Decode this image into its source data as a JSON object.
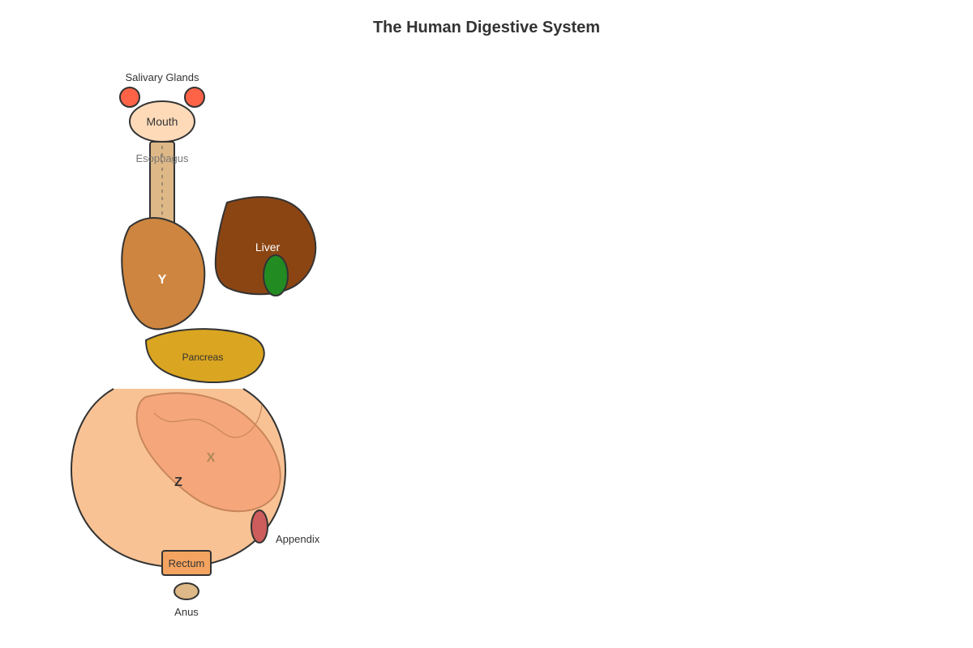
{
  "title": "The Human Digestive System",
  "labels": {
    "salivary_glands": "Salivary Glands",
    "mouth": "Mouth",
    "esophagus": "Esophagus",
    "liver": "Liver",
    "stomach": "Y",
    "pancreas": "Pancreas",
    "small_intestine": "X",
    "large_intestine": "Z",
    "appendix": "Appendix",
    "rectum": "Rectum",
    "anus": "Anus"
  },
  "colors": {
    "outline": "#333333",
    "salivary_glands": "#FF6347",
    "mouth": "#FFDAB9",
    "esophagus": "#DEB887",
    "stomach": "#CD853F",
    "liver": "#8B4513",
    "gallbladder": "#228B22",
    "pancreas": "#DAA520",
    "large_intestine": "#F8C294",
    "small_intestine": "#F5A67A",
    "small_intestine_edge": "#C8865A",
    "appendix": "#CD5C5C",
    "rectum": "#F4A460",
    "anus": "#DEB887"
  }
}
